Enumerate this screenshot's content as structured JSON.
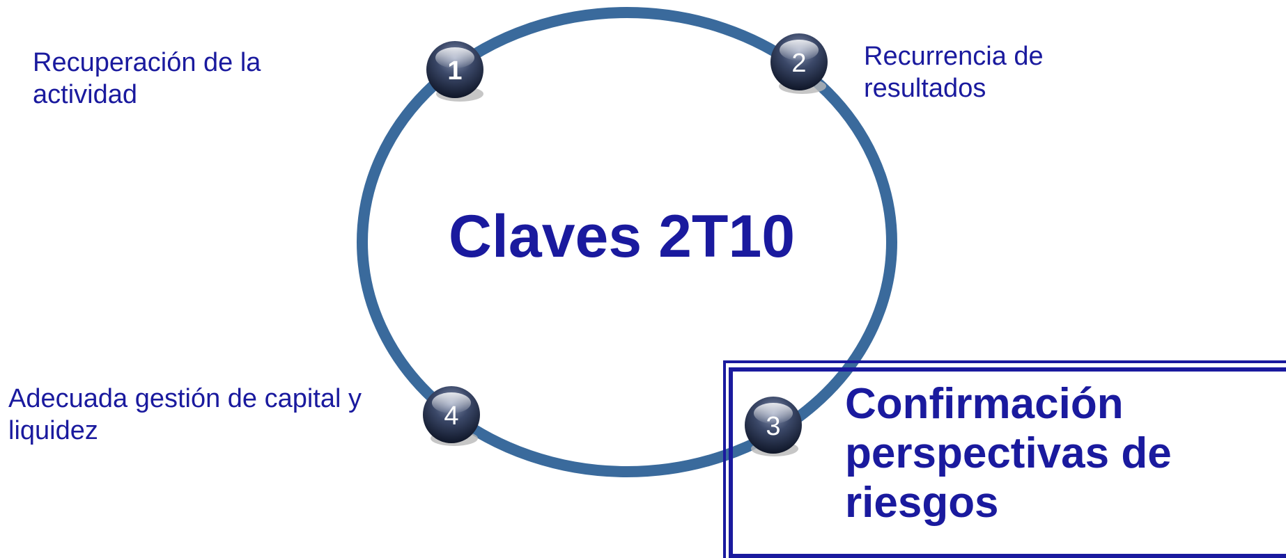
{
  "title": "Claves 2T10",
  "items": [
    {
      "number": "1",
      "label": "Recuperación de la actividad"
    },
    {
      "number": "2",
      "label": "Recurrencia de resultados"
    },
    {
      "number": "3",
      "label": "Confirmación perspectivas de riesgos"
    },
    {
      "number": "4",
      "label": "Adecuada gestión de capital y liquidez"
    }
  ],
  "colors": {
    "ring": "#3a6a9c",
    "text": "#1a1a9e",
    "badge": "#2a3552"
  },
  "highlighted_item": "3"
}
